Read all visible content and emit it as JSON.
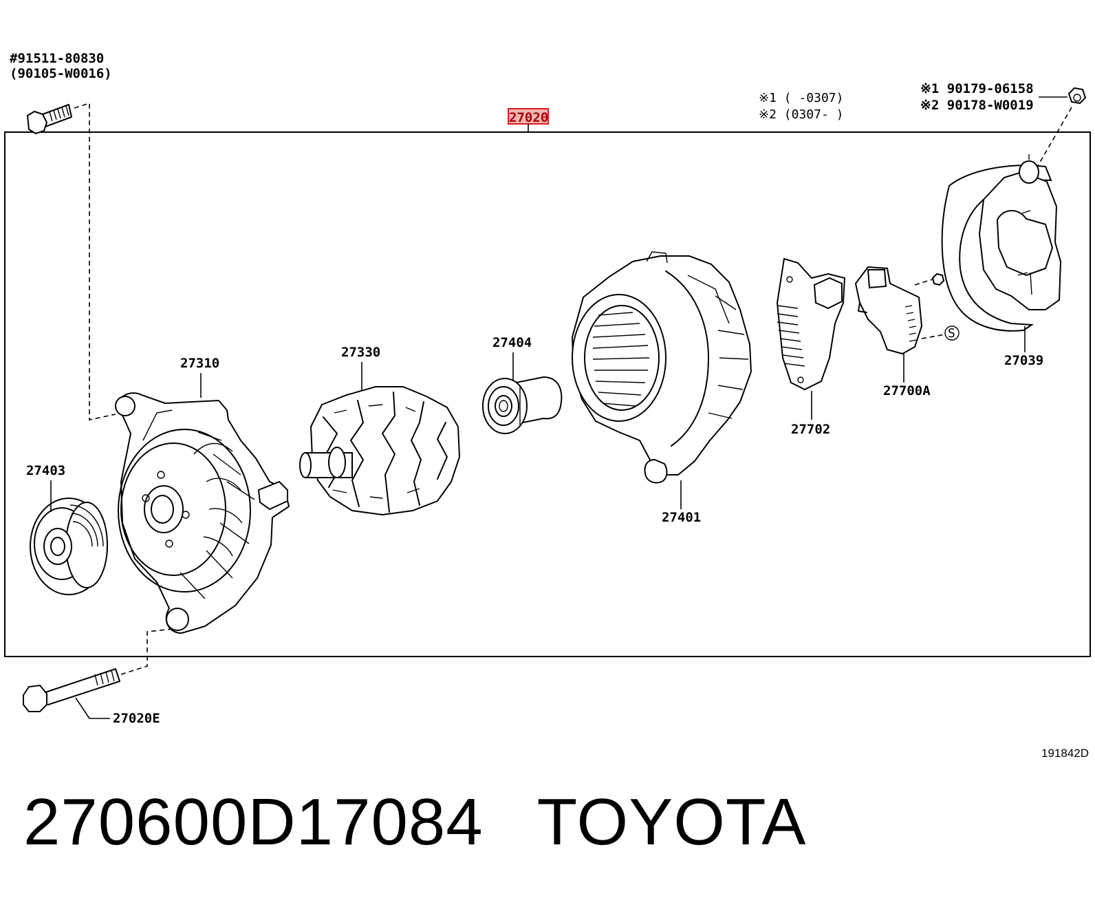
{
  "diagram": {
    "assembly_label": "27020",
    "diagram_id": "191842D",
    "bolt_top": {
      "line1": "#91511-80830",
      "line2": "(90105-W0016)"
    },
    "notes_left": {
      "line1": "※1 (      -0307)",
      "line2": "※2 (0307-      )"
    },
    "notes_right": {
      "line1": "※1 90179-06158",
      "line2": "※2 90178-W0019"
    },
    "parts": {
      "p27310": "27310",
      "p27330": "27330",
      "p27404": "27404",
      "p27401": "27401",
      "p27702": "27702",
      "p27700A": "27700A",
      "p27039": "27039",
      "p27403": "27403",
      "p27020E": "27020E"
    },
    "s_marker": "S"
  },
  "footer": {
    "part_number": "270600D17084",
    "brand": "TOYOTA"
  }
}
